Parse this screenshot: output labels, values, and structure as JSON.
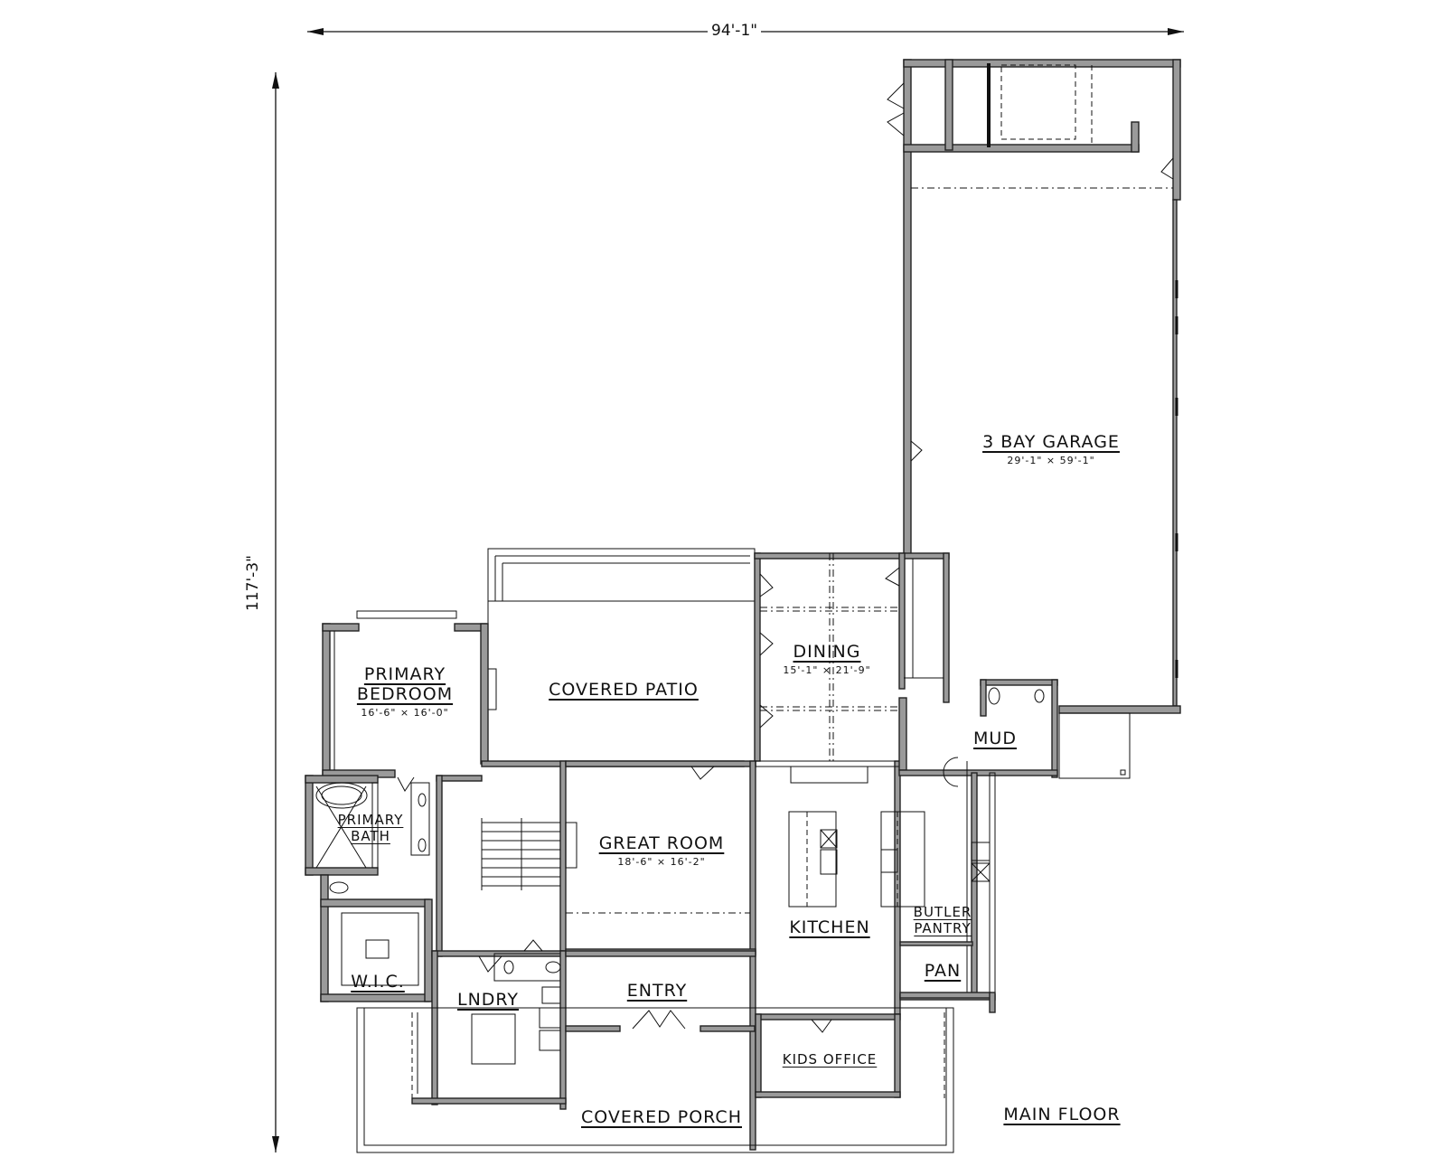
{
  "drawing": {
    "title": "MAIN FLOOR",
    "overall_width": "94'-1\"",
    "overall_depth": "117'-3\"",
    "colors": {
      "wall_fill": "#9a9a9a",
      "line": "#111111",
      "background": "#ffffff"
    }
  },
  "rooms": {
    "garage": {
      "name": "3 BAY GARAGE",
      "dims": "29'-1\" × 59'-1\""
    },
    "primary_bedroom": {
      "name_line1": "PRIMARY",
      "name_line2": "BEDROOM",
      "dims": "16'-6\" × 16'-0\""
    },
    "covered_patio": {
      "name": "COVERED PATIO"
    },
    "dining": {
      "name": "DINING",
      "dims": "15'-1\" × 21'-9\""
    },
    "mud": {
      "name": "MUD"
    },
    "primary_bath": {
      "name_line1": "PRIMARY",
      "name_line2": "BATH"
    },
    "great_room": {
      "name": "GREAT ROOM",
      "dims": "18'-6\" × 16'-2\""
    },
    "kitchen": {
      "name": "KITCHEN"
    },
    "butler_pantry": {
      "name_line1": "BUTLER",
      "name_line2": "PANTRY"
    },
    "pan": {
      "name": "PAN"
    },
    "wic": {
      "name": "W.I.C."
    },
    "laundry": {
      "name": "LNDRY"
    },
    "entry": {
      "name": "ENTRY"
    },
    "kids_office": {
      "name": "KIDS OFFICE"
    },
    "covered_porch": {
      "name": "COVERED PORCH"
    }
  }
}
